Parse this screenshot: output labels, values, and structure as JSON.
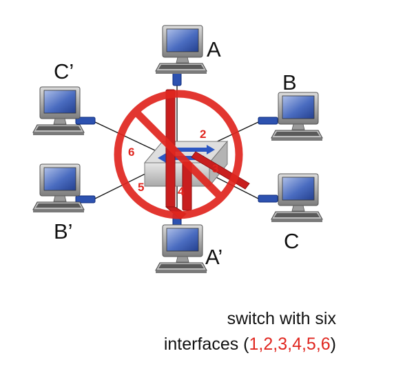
{
  "hosts": [
    {
      "id": "a",
      "label": "A"
    },
    {
      "id": "b",
      "label": "B"
    },
    {
      "id": "c",
      "label": "C"
    },
    {
      "id": "a-prime",
      "label": "A’"
    },
    {
      "id": "b-prime",
      "label": "B’"
    },
    {
      "id": "c-prime",
      "label": "C’"
    }
  ],
  "interfaces": [
    "2",
    "3",
    "4",
    "5",
    "6"
  ],
  "caption": {
    "line1": "switch with six",
    "line2_prefix": "interfaces (",
    "line2_numbers": "1,2,3,4,5,6",
    "line2_suffix": ")"
  },
  "colors": {
    "accent_red": "#e0261f",
    "link_blue": "#1e3f9a",
    "screen_blue": "#3c5fb8",
    "computer_gray": "#8a8a8a",
    "switch_gray": "#c9c9c9"
  },
  "icons": [
    "computer-icon",
    "switch-icon",
    "prohibition-icon"
  ]
}
